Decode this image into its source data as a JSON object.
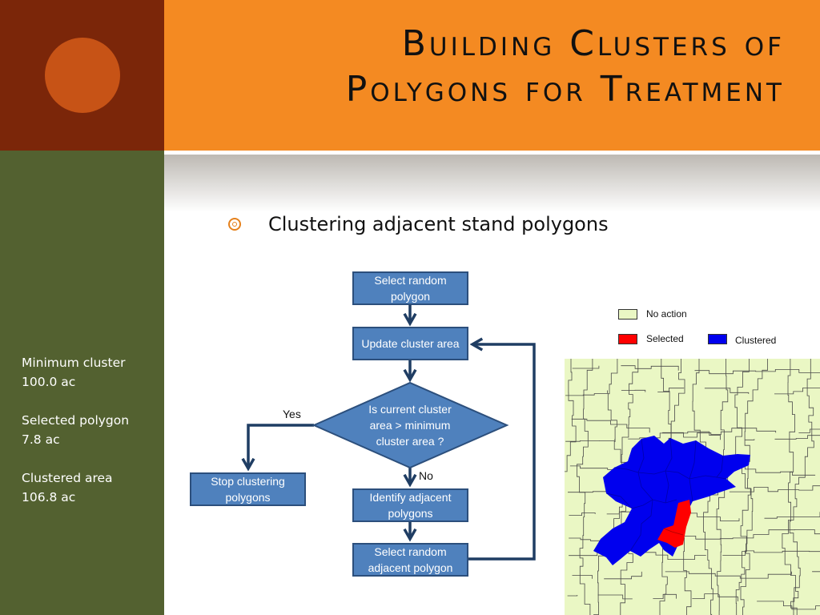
{
  "title": {
    "line1": "Building Clusters of",
    "line2": "Polygons for Treatment"
  },
  "bullet": {
    "text": "Clustering adjacent stand polygons",
    "icon": "target-bullet-icon"
  },
  "stats": {
    "min_cluster_label": "Minimum cluster",
    "min_cluster_value": "100.0 ac",
    "selected_label": "Selected polygon",
    "selected_value": "7.8 ac",
    "clustered_label": "Clustered area",
    "clustered_value": "106.8 ac"
  },
  "flowchart": {
    "select_random": "Select random polygon",
    "update_cluster": "Update cluster area",
    "decision": [
      "Is current cluster",
      "area > minimum",
      "cluster area ?"
    ],
    "stop": "Stop clustering polygons",
    "identify": "Identify adjacent polygons",
    "select_adjacent": "Select random adjacent polygon",
    "yes_label": "Yes",
    "no_label": "No"
  },
  "legend": {
    "no_action": "No action",
    "selected": "Selected",
    "clustered": "Clustered"
  },
  "colors": {
    "no_action": "#eaf7c4",
    "selected": "#ff0000",
    "clustered": "#0000ee",
    "title_bar": "#f48a22",
    "sidebar": "#536130",
    "corner": "#7b2609",
    "node": "#4f81bd"
  }
}
